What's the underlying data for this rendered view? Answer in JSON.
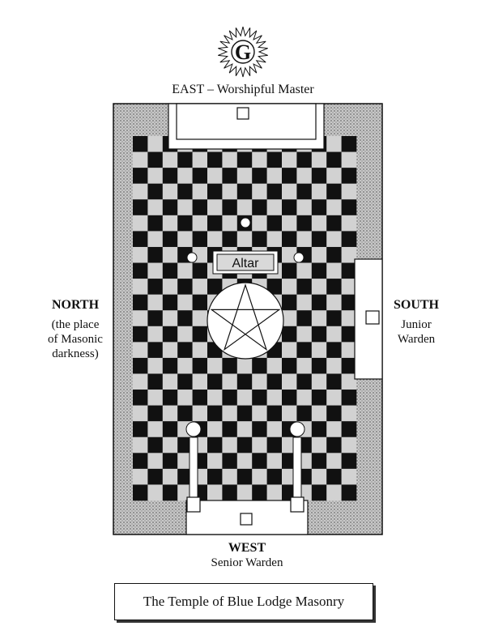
{
  "labels": {
    "g_emblem": "G",
    "east": "EAST – Worshipful Master",
    "altar": "Altar",
    "north": "NORTH",
    "north_note": [
      "(the place",
      "of Masonic",
      "darkness)"
    ],
    "south": "SOUTH",
    "south_note": [
      "Junior",
      "Warden"
    ],
    "west": "WEST",
    "west_note": "Senior Warden",
    "caption": "The Temple of Blue Lodge Masonry"
  },
  "colors": {
    "ink": "#111111",
    "stipple": "#b4b4b4",
    "light_square": "#d2d2d2",
    "dark_square": "#111111",
    "paper": "#ffffff"
  },
  "floor": {
    "columns": 15,
    "rows": 23
  }
}
